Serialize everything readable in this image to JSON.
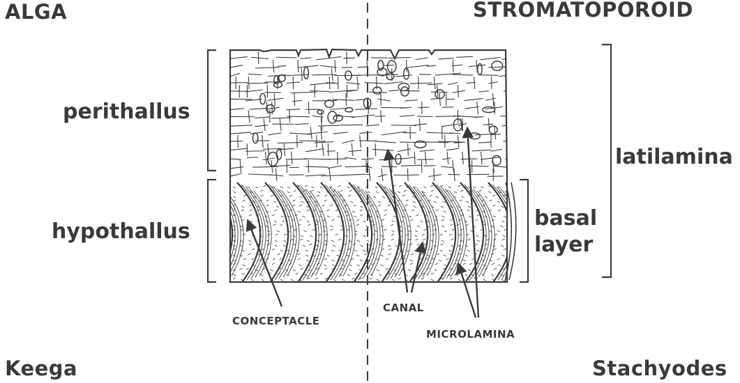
{
  "corner_labels": {
    "top_left": "ALGA",
    "top_right": "STROMATOPOROID",
    "bottom_left": "Keega",
    "bottom_right": "Stachyodes"
  },
  "left_labels": {
    "perithallus": "perithallus",
    "hypothallus": "hypothallus"
  },
  "right_labels": {
    "latilamina": "latilamina",
    "basal_line1": "basal",
    "basal_line2": "layer"
  },
  "callouts": {
    "conceptacle": "CONCEPTACLE",
    "canal": "CANAL",
    "microlamina": "MICROLAMINA"
  },
  "colors": {
    "ink": "#3a3a3a",
    "background": "#ffffff"
  }
}
